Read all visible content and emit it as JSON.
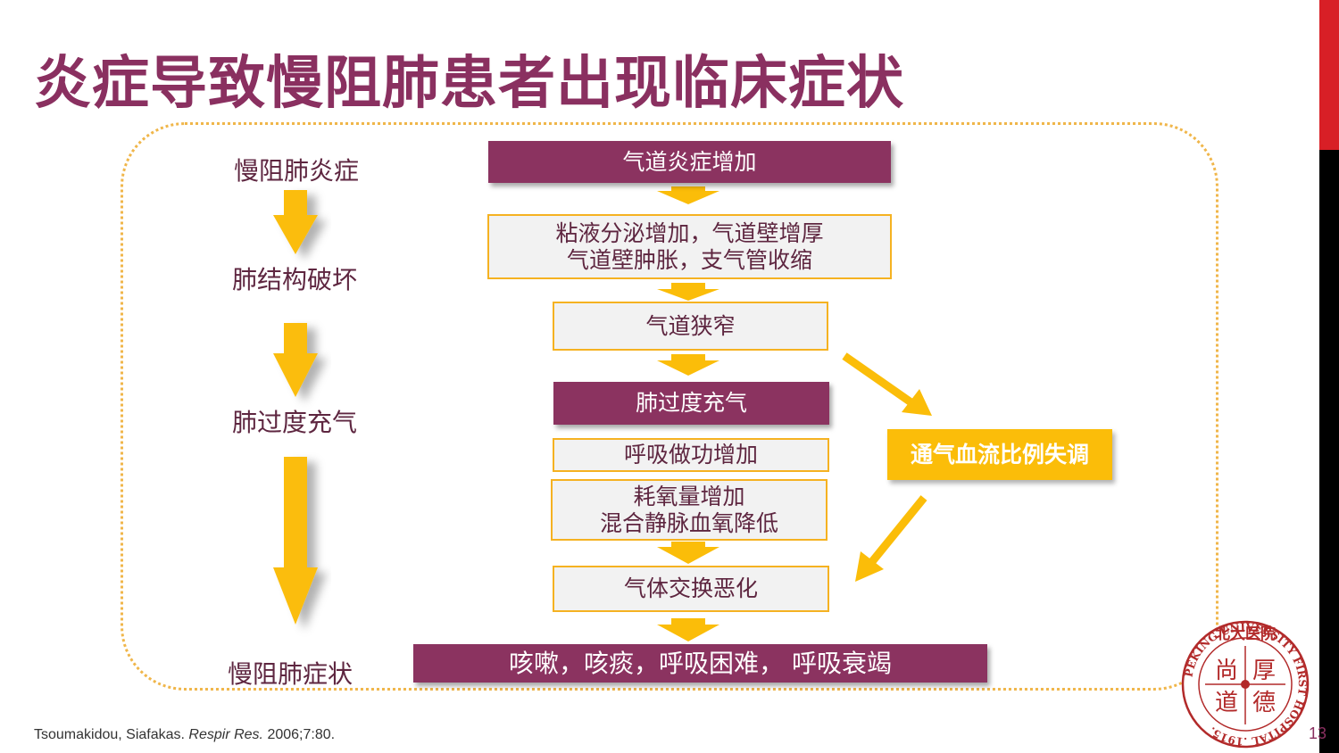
{
  "title": "炎症导致慢阻肺患者出现临床症状",
  "stages": [
    "慢阻肺炎症",
    "肺结构破坏",
    "肺过度充气",
    "慢阻肺症状"
  ],
  "flow": {
    "airway_inflammation": "气道炎症增加",
    "mucus_line1": "粘液分泌增加，气道壁增厚",
    "mucus_line2": "气道壁肿胀，支气管收缩",
    "narrowing": "气道狭窄",
    "hyperinflation": "肺过度充气",
    "work_of_breathing": "呼吸做功增加",
    "oxygen_line1": "耗氧量增加",
    "oxygen_line2": "混合静脉血氧降低",
    "gas_exchange": "气体交换恶化",
    "symptoms": "咳嗽，咳痰，呼吸困难， 呼吸衰竭",
    "vq_mismatch": "通气血流比例失调"
  },
  "citation": {
    "authors": "Tsoumakidou, Siafakas. ",
    "journal": "Respir Res.",
    "ref": " 2006;7:80."
  },
  "page_number": "13",
  "logo": {
    "name": "北大医院",
    "ring_text": "PEKING UNIVERSITY FIRST HOSPITAL .1915.",
    "motto": [
      "尚",
      "厚",
      "道",
      "德"
    ]
  },
  "colors": {
    "title": "#8a3060",
    "purple_box": "#8b3360",
    "yellow_box": "#fbbd09",
    "arrow": "#fbbd09",
    "accent_red": "#d81f26"
  }
}
